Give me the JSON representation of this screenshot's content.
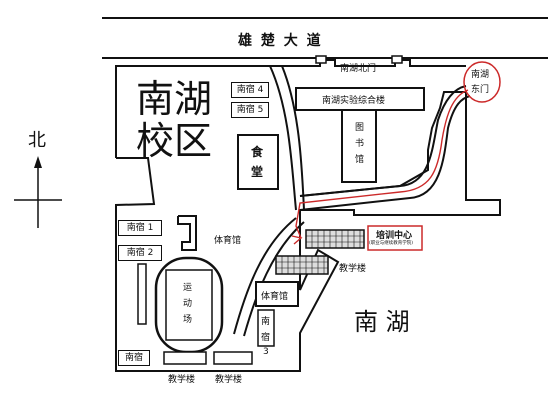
{
  "road": {
    "name": "雄 楚 大 道"
  },
  "campus": {
    "name_line1": "南湖",
    "name_line2": "校区"
  },
  "lake": {
    "name": "南 湖"
  },
  "compass": {
    "label": "北"
  },
  "gates": {
    "north": "南湖北门",
    "east_line1": "南湖",
    "east_line2": "东门"
  },
  "buildings": {
    "dorm4": "南宿 4",
    "dorm5": "南宿 5",
    "lab_building": "南湖实验综合楼",
    "library": "图书馆",
    "canteen": "食堂",
    "dorm1": "南宿 1",
    "dorm2": "南宿 2",
    "gym_top": "体育馆",
    "track": "运动场",
    "gym_bottom": "体育馆",
    "dorm3_top": "南",
    "dorm3_mid": "宿",
    "dorm3_num": "3",
    "dorm_bottom": "南宿",
    "teach_right": "教学楼",
    "teach_bottom1": "教学楼",
    "teach_bottom2": "教学楼"
  },
  "training_center": {
    "title": "培训中心",
    "subtitle": "(职业与继续教育学院)",
    "accent_color": "#cc2a2a"
  },
  "colors": {
    "route": "#cc2a2a",
    "ink": "#111111"
  }
}
